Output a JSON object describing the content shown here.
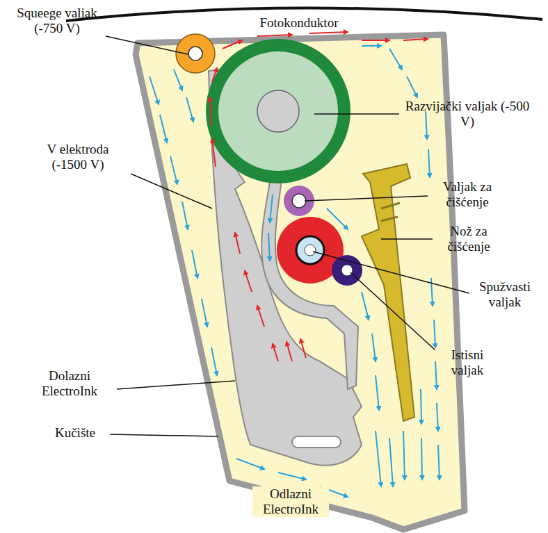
{
  "diagram": {
    "labels": [
      "Fotokonduktor",
      "Squeege valjak (-750 V)",
      "Razvijački valjak (-500 V)",
      "V elektroda (-1500 V)",
      "Valjak za čišćenje",
      "Nož za čišćenje",
      "Spužvasti valjak",
      "Istisni valjak",
      "Dolazni ElectroInk",
      "Kučište",
      "Odlazni ElectroInk"
    ]
  }
}
